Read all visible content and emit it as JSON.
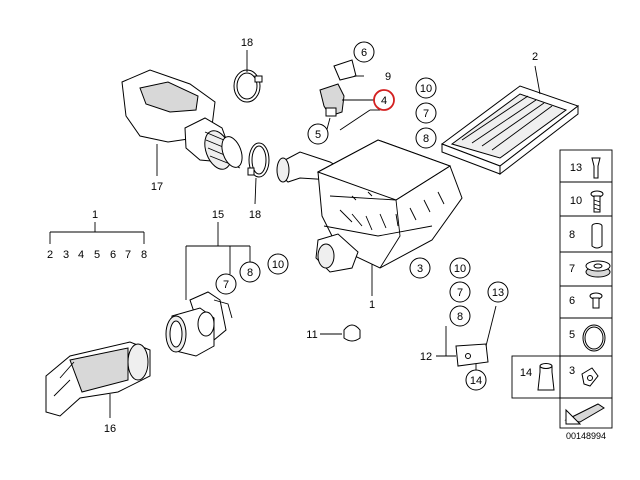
{
  "diagram_id": "00148994",
  "highlight_color": "#d32020",
  "callouts": {
    "c18a": "18",
    "c6": "6",
    "c9": "9",
    "c4": "4",
    "c5": "5",
    "c2": "2",
    "c10a": "10",
    "c7a": "7",
    "c8a": "8",
    "c17": "17",
    "c1a": "1",
    "c15": "15",
    "c18b": "18",
    "c7b": "7",
    "c8b": "8",
    "c10b": "10",
    "c3a": "3",
    "c10c": "10",
    "c7c": "7",
    "c8c": "8",
    "c13a": "13",
    "c1b": "1",
    "c11": "11",
    "c12": "12",
    "c14a": "14",
    "c16": "16"
  },
  "sublist": [
    "2",
    "3",
    "4",
    "5",
    "6",
    "7",
    "8"
  ],
  "legend": [
    {
      "num": "13",
      "icon": "push-rivet-icon"
    },
    {
      "num": "10",
      "icon": "screw-icon"
    },
    {
      "num": "8",
      "icon": "spacer-sleeve-icon"
    },
    {
      "num": "7",
      "icon": "rubber-mount-icon"
    },
    {
      "num": "6",
      "icon": "clip-screw-icon"
    },
    {
      "num": "5",
      "icon": "o-ring-icon"
    },
    {
      "num": "14",
      "icon": "expanding-nut-icon"
    },
    {
      "num": "3",
      "icon": "clamp-icon"
    }
  ]
}
